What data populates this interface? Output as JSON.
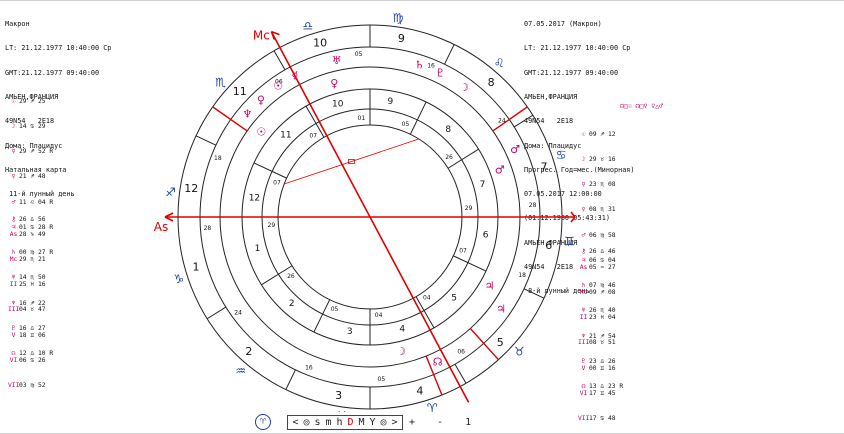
{
  "left_info": {
    "lines": [
      "Макрон",
      "LT: 21.12.1977 10:40:00 Ср",
      "GMT:21.12.1977 09:40:00",
      "АМЬЕН,ФРАНЦИЯ",
      "49N54   2E18",
      "Дома: Плацидус",
      "Натальная карта",
      " 11-й лунный день"
    ]
  },
  "right_info": {
    "lines": [
      "07.05.2017 (Макрон)",
      "LT: 21.12.1977 10:40:00 Ср",
      "GMT:21.12.1977 09:40:00",
      "АМЬЕН,ФРАНЦИЯ",
      "49N54   2E18",
      "Дома: Плацидус",
      "Прогрес. Год=мес.(Минорная)",
      "07.05.2017 12:00:00",
      "(01.12.1980 05:43:31)",
      "АМЬЕН,ФРАНЦИЯ",
      "49N54   2E18",
      " 8-й лунный день"
    ]
  },
  "left_planets": [
    {
      "sym": "☉",
      "val": "29 ♐ 25"
    },
    {
      "sym": "☽",
      "val": "14 ♋ 29"
    },
    {
      "sym": "☿",
      "val": "29 ♐ 52 R"
    },
    {
      "sym": "♀",
      "val": "21 ♐ 48"
    },
    {
      "sym": "♂",
      "val": "11 ♌ 04 R"
    },
    {
      "sym": "♃",
      "val": "01 ♋ 28 R"
    },
    {
      "sym": "♄",
      "val": "00 ♍ 27 R"
    },
    {
      "sym": "♅",
      "val": "14 ♏ 50"
    },
    {
      "sym": "♆",
      "val": "16 ♐ 22"
    },
    {
      "sym": "♇",
      "val": "16 ♎ 27"
    },
    {
      "sym": "☊",
      "val": "12 ♎ 10 R"
    }
  ],
  "left_extra": {
    "sym": "⚷",
    "val": "26 ♎ 56"
  },
  "left_houses": [
    {
      "sym": "As",
      "val": "28 ♑ 49"
    },
    {
      "sym": "Mc",
      "val": "29 ♏ 21"
    },
    {
      "sym": "II",
      "val": "25 ♓ 16"
    },
    {
      "sym": "III",
      "val": "04 ♉ 47"
    },
    {
      "sym": "V",
      "val": "18 ♊ 06"
    },
    {
      "sym": "VI",
      "val": "06 ♋ 26"
    },
    {
      "sym": "VII",
      "val": "03 ♍ 52"
    }
  ],
  "right_planets": [
    {
      "sym": "☉",
      "val": "09 ♐ 12"
    },
    {
      "sym": "☽",
      "val": "29 ♉ 16"
    },
    {
      "sym": "☿",
      "val": "23 ♏ 08"
    },
    {
      "sym": "♀",
      "val": "08 ♏ 31"
    },
    {
      "sym": "♂",
      "val": "06 ♍ 58"
    },
    {
      "sym": "♃",
      "val": "06 ♋ 04"
    },
    {
      "sym": "♄",
      "val": "07 ♍ 46"
    },
    {
      "sym": "♅",
      "val": "26 ♏ 40"
    },
    {
      "sym": "♆",
      "val": "21 ♐ 54"
    },
    {
      "sym": "♇",
      "val": "23 ♎ 26"
    },
    {
      "sym": "☊",
      "val": "13 ♎ 23 R"
    }
  ],
  "right_extra": {
    "sym": "⚷",
    "val": "26 ♎ 46"
  },
  "right_houses": [
    {
      "sym": "As",
      "val": "05 ♒ 27"
    },
    {
      "sym": "Mc",
      "val": "09 ♐ 08"
    },
    {
      "sym": "II",
      "val": "23 ♓ 04"
    },
    {
      "sym": "III",
      "val": "08 ♉ 51"
    },
    {
      "sym": "V",
      "val": "00 ♊ 16"
    },
    {
      "sym": "VI",
      "val": "17 ♊ 45"
    },
    {
      "sym": "VII",
      "val": "17 ♋ 48"
    }
  ],
  "aspect_strip": "☊□☉ ☊□♀ ♀△♂",
  "wheel": {
    "as_label": "As",
    "mc_label": "Mc",
    "house_numbers": [
      "1",
      "2",
      "3",
      "4",
      "5",
      "6",
      "7",
      "8",
      "9",
      "10",
      "11",
      "12"
    ],
    "inner_house_numbers": [
      "1",
      "2",
      "3",
      "4",
      "5",
      "6",
      "7",
      "8",
      "9",
      "10",
      "11",
      "12"
    ],
    "outer_degrees": [
      "28",
      "24",
      "16",
      "05",
      "06",
      "18",
      "28",
      "24",
      "16",
      "05",
      "06",
      "18"
    ],
    "inner_degrees": [
      "29",
      "26",
      "05",
      "04",
      "04",
      "07",
      "29",
      "26",
      "05",
      "01",
      "07",
      "07"
    ],
    "signs": [
      "♑",
      "♒",
      "♓",
      "♈",
      "♉",
      "♊",
      "♋",
      "♌",
      "♍",
      "♎",
      "♏",
      "♐"
    ]
  },
  "footer": {
    "circle_symbol": "♈",
    "step_symbols": [
      "<",
      "◎",
      "s",
      "m",
      "h",
      "D",
      "M",
      "Y",
      "◎",
      ">"
    ],
    "selected_index": 5,
    "plus_minus": "+ -",
    "page_number": "1"
  },
  "colors": {
    "red": "#e00000",
    "blue": "#1a3fa6",
    "magenta": "#c0006a",
    "line": "#222222"
  }
}
